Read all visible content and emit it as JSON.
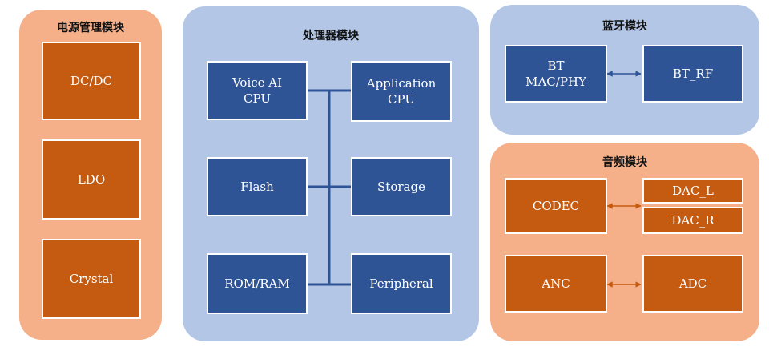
{
  "power_module": {
    "title": "电源管理模块",
    "blocks": [
      "DC/DC",
      "LDO",
      "Crystal"
    ]
  },
  "processor_module": {
    "title": "处理器模块",
    "left_blocks": [
      "Voice AI\nCPU",
      "Flash",
      "ROM/RAM"
    ],
    "right_blocks": [
      "Application\nCPU",
      "Storage",
      "Peripheral"
    ]
  },
  "bluetooth_module": {
    "title": "蓝牙模块",
    "blocks": [
      "BT\nMAC/PHY",
      "BT_RF"
    ]
  },
  "audio_module": {
    "title": "音频模块",
    "codec": "CODEC",
    "dac_left": "DAC_L",
    "dac_right": "DAC_R",
    "anc": "ANC",
    "adc": "ADC"
  },
  "colors": {
    "orange_panel": "#f5b08a",
    "orange_block": "#c55a11",
    "blue_panel": "#b3c6e6",
    "blue_block": "#2f5496",
    "bus": "#2f5496"
  }
}
